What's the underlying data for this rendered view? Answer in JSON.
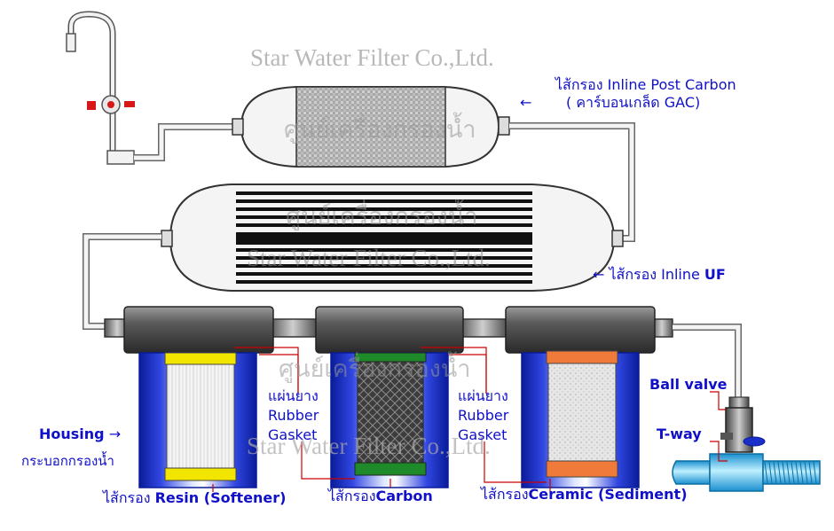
{
  "watermarks": {
    "company_1": "Star Water Filter Co.,Ltd.",
    "company_2": "Star Water Filter Co.,Ltd.",
    "company_3": "Star Water Filter Co.,Ltd.",
    "thai_1": "ศูนย์เครื่องกรองน้ำ",
    "thai_2": "ศูนย์เครื่องกรองน้ำ",
    "thai_3": "ศูนย์เครื่องกรองน้ำ"
  },
  "labels": {
    "post_carbon_line1": "ไส้กรอง Inline Post Carbon",
    "post_carbon_line2": "( คาร์บอนเกล็ด GAC)",
    "uf_prefix": "ไส้กรอง Inline ",
    "uf_suffix": "UF",
    "ball_valve": "Ball valve",
    "t_way": "T-way",
    "housing": "Housing",
    "housing_thai": "กระบอกกรองน้ำ",
    "gasket_1_thai": "แผ่นยาง",
    "gasket_1_line2": "Rubber",
    "gasket_1_line3": "Gasket",
    "gasket_2_thai": "แผ่นยาง",
    "gasket_2_line2": "Rubber",
    "gasket_2_line3": "Gasket",
    "resin_prefix": "ไส้กรอง ",
    "resin_name": "Resin (Softener)",
    "carbon_prefix": "ไส้กรอง",
    "carbon_name": "Carbon",
    "ceramic_prefix": "ไส้กรอง",
    "ceramic_name": "Ceramic (Sediment)"
  },
  "arrows": {
    "post_carbon": "←",
    "uf": "←",
    "housing": "→"
  },
  "colors": {
    "label_blue": "#1010c8",
    "callout_red": "#cc0000",
    "housing_blue": "#1a2fc8",
    "resin_yellow": "#f2e600",
    "carbon_green": "#1f8a2a",
    "ceramic_orange": "#f07a3a",
    "pipe_blue": "#3cc0f0"
  }
}
